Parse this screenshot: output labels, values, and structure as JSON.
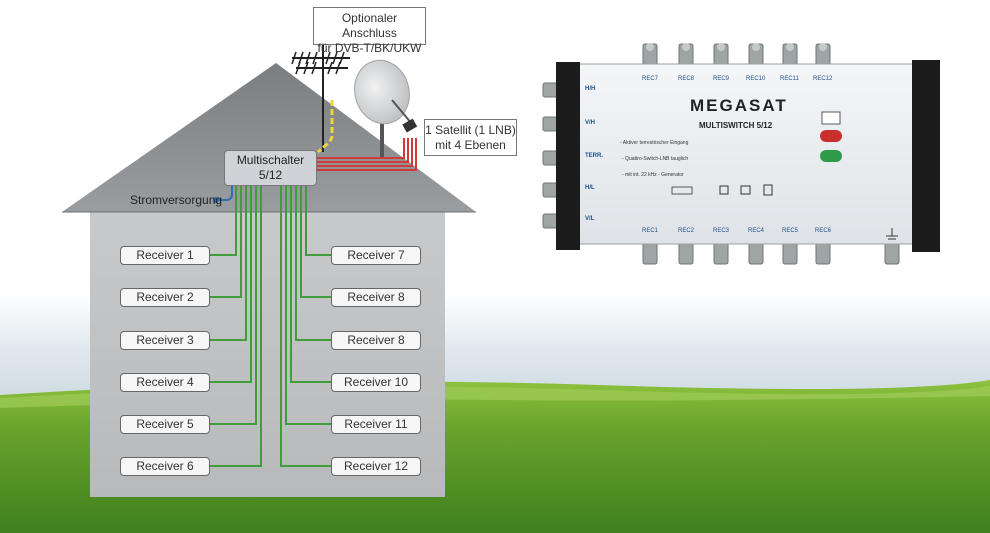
{
  "diagram": {
    "optional_connection": [
      "Optionaler Anschluss",
      "für DVB-T/BK/UKW"
    ],
    "satellite_note": [
      "1 Satellit (1 LNB)",
      "mit 4 Ebenen"
    ],
    "multiswitch_label": [
      "Multischalter",
      "5/12"
    ],
    "power_label": "Stromversorgung",
    "receivers_left": [
      "Receiver 1",
      "Receiver 2",
      "Receiver 3",
      "Receiver 4",
      "Receiver 5",
      "Receiver 6"
    ],
    "receivers_right": [
      "Receiver 7",
      "Receiver 8",
      "Receiver 8",
      "Receiver 10",
      "Receiver 11",
      "Receiver 12"
    ]
  },
  "device": {
    "brand": "MEGASAT",
    "model": "MULTISWITCH 5/12",
    "inputs": [
      "H/H",
      "V/H",
      "TERR.",
      "H/L",
      "V/L"
    ],
    "outputs_top": [
      "REC7",
      "REC8",
      "REC9",
      "REC10",
      "REC11",
      "REC12"
    ],
    "outputs_bottom": [
      "REC1",
      "REC2",
      "REC3",
      "REC4",
      "REC5",
      "REC6"
    ],
    "features": [
      "- Aktiver terrestrischer Eingang",
      "- Quattro-Switch-LNB tauglich",
      "- mit int. 22 kHz - Generator"
    ]
  },
  "colors": {
    "wire_green": "#3f9d3a",
    "wire_red": "#d23a3a",
    "wire_yellow": "#f2d23a",
    "wire_blue": "#2f6db5",
    "roof": "#8c8f92",
    "wall": "#c4c6c8"
  }
}
